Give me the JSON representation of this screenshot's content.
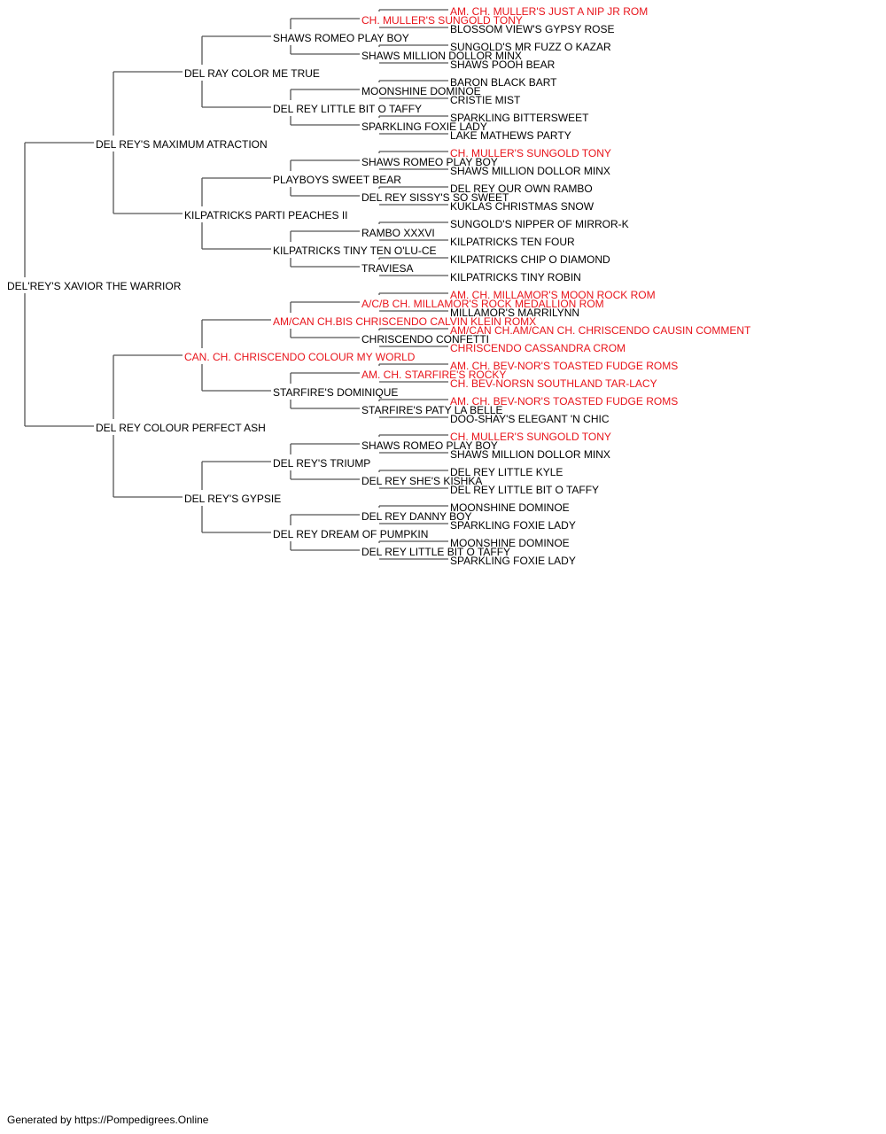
{
  "colors": {
    "normal": "#000000",
    "champion": "#e8141b",
    "line": "#555555"
  },
  "pedigree": {
    "name": "DEL'REY'S XAVIOR THE WARRIOR",
    "champion": false,
    "sire": {
      "name": "DEL REY'S MAXIMUM ATRACTION",
      "champion": false,
      "sire": {
        "name": "DEL RAY COLOR ME TRUE",
        "champion": false,
        "sire": {
          "name": "SHAWS ROMEO PLAY BOY",
          "champion": false,
          "sire": {
            "name": "CH. MULLER'S SUNGOLD TONY",
            "champion": true,
            "sire": {
              "name": "AM. CH. MULLER'S JUST A NIP JR ROM",
              "champion": true
            },
            "dam": {
              "name": "BLOSSOM VIEW'S GYPSY ROSE",
              "champion": false
            }
          },
          "dam": {
            "name": "SHAWS MILLION DOLLOR MINX",
            "champion": false,
            "sire": {
              "name": "SUNGOLD'S MR FUZZ O KAZAR",
              "champion": false
            },
            "dam": {
              "name": "SHAWS POOH BEAR",
              "champion": false
            }
          }
        },
        "dam": {
          "name": "DEL REY LITTLE BIT O TAFFY",
          "champion": false,
          "sire": {
            "name": "MOONSHINE DOMINOE",
            "champion": false,
            "sire": {
              "name": "BARON BLACK BART",
              "champion": false
            },
            "dam": {
              "name": "CRISTIE MIST",
              "champion": false
            }
          },
          "dam": {
            "name": "SPARKLING FOXIE LADY",
            "champion": false,
            "sire": {
              "name": "SPARKLING BITTERSWEET",
              "champion": false
            },
            "dam": {
              "name": "LAKE MATHEWS PARTY",
              "champion": false
            }
          }
        }
      },
      "dam": {
        "name": "KILPATRICKS PARTI PEACHES II",
        "champion": false,
        "sire": {
          "name": "PLAYBOYS SWEET BEAR",
          "champion": false,
          "sire": {
            "name": "SHAWS ROMEO PLAY BOY",
            "champion": false,
            "sire": {
              "name": "CH. MULLER'S SUNGOLD TONY",
              "champion": true
            },
            "dam": {
              "name": "SHAWS MILLION DOLLOR MINX",
              "champion": false
            }
          },
          "dam": {
            "name": "DEL REY SISSY'S SO SWEET",
            "champion": false,
            "sire": {
              "name": "DEL REY OUR OWN RAMBO",
              "champion": false
            },
            "dam": {
              "name": "KUKLAS CHRISTMAS SNOW",
              "champion": false
            }
          }
        },
        "dam": {
          "name": "KILPATRICKS TINY TEN O'LU-CE",
          "champion": false,
          "sire": {
            "name": "RAMBO XXXVI",
            "champion": false,
            "sire": {
              "name": "SUNGOLD'S NIPPER OF MIRROR-K",
              "champion": false
            },
            "dam": {
              "name": "KILPATRICKS TEN FOUR",
              "champion": false
            }
          },
          "dam": {
            "name": "TRAVIESA",
            "champion": false,
            "sire": {
              "name": "KILPATRICKS CHIP O DIAMOND",
              "champion": false
            },
            "dam": {
              "name": "KILPATRICKS TINY ROBIN",
              "champion": false
            }
          }
        }
      }
    },
    "dam": {
      "name": "DEL REY COLOUR PERFECT ASH",
      "champion": false,
      "sire": {
        "name": "CAN. CH. CHRISCENDO COLOUR MY WORLD",
        "champion": true,
        "sire": {
          "name": "AM/CAN CH.BIS CHRISCENDO CALVIN KLEIN ROMX",
          "champion": true,
          "sire": {
            "name": "A/C/B CH. MILLAMOR'S ROCK MEDALLION ROM",
            "champion": true,
            "sire": {
              "name": "AM. CH. MILLAMOR'S MOON ROCK ROM",
              "champion": true
            },
            "dam": {
              "name": "MILLAMOR'S MARRILYNN",
              "champion": false
            }
          },
          "dam": {
            "name": "CHRISCENDO CONFETTI",
            "champion": false,
            "sire": {
              "name": "AM/CAN CH.AM/CAN CH. CHRISCENDO CAUSIN COMMENT",
              "champion": true
            },
            "dam": {
              "name": "CHRISCENDO CASSANDRA CROM",
              "champion": true
            }
          }
        },
        "dam": {
          "name": "STARFIRE'S DOMINIQUE",
          "champion": false,
          "sire": {
            "name": "AM. CH. STARFIRE'S ROCKY",
            "champion": true,
            "sire": {
              "name": "AM. CH. BEV-NOR'S TOASTED FUDGE ROMS",
              "champion": true
            },
            "dam": {
              "name": "CH. BEV-NORSN SOUTHLAND TAR-LACY",
              "champion": true
            }
          },
          "dam": {
            "name": "STARFIRE'S PATY LA BELLE",
            "champion": false,
            "sire": {
              "name": "AM. CH. BEV-NOR'S TOASTED FUDGE ROMS",
              "champion": true
            },
            "dam": {
              "name": "DOO-SHAY'S ELEGANT 'N CHIC",
              "champion": false
            }
          }
        }
      },
      "dam": {
        "name": "DEL REY'S GYPSIE",
        "champion": false,
        "sire": {
          "name": "DEL REY'S TRIUMP",
          "champion": false,
          "sire": {
            "name": "SHAWS ROMEO PLAY BOY",
            "champion": false,
            "sire": {
              "name": "CH. MULLER'S SUNGOLD TONY",
              "champion": true
            },
            "dam": {
              "name": "SHAWS MILLION DOLLOR MINX",
              "champion": false
            }
          },
          "dam": {
            "name": "DEL REY SHE'S KISHKA",
            "champion": false,
            "sire": {
              "name": "DEL REY LITTLE KYLE",
              "champion": false
            },
            "dam": {
              "name": "DEL REY LITTLE BIT O TAFFY",
              "champion": false
            }
          }
        },
        "dam": {
          "name": "DEL REY DREAM OF PUMPKIN",
          "champion": false,
          "sire": {
            "name": "DEL REY DANNY BOY",
            "champion": false,
            "sire": {
              "name": "MOONSHINE DOMINOE",
              "champion": false
            },
            "dam": {
              "name": "SPARKLING FOXIE LADY",
              "champion": false
            }
          },
          "dam": {
            "name": "DEL REY LITTLE BIT O TAFFY",
            "champion": false,
            "sire": {
              "name": "MOONSHINE DOMINOE",
              "champion": false
            },
            "dam": {
              "name": "SPARKLING FOXIE LADY",
              "champion": false
            }
          }
        }
      }
    }
  },
  "footer": {
    "text": "Generated by https://Pompedigrees.Online"
  }
}
